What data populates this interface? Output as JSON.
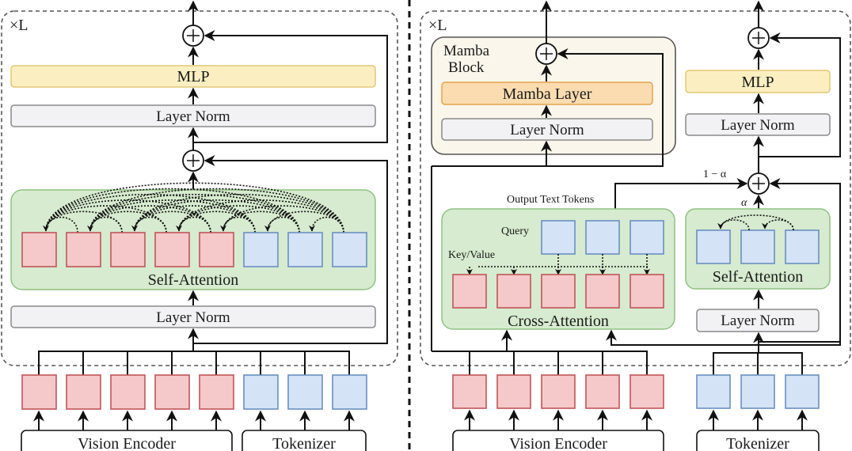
{
  "left_panel": {
    "repeat_label": "×L",
    "mlp_label": "MLP",
    "layer_norm_top_label": "Layer Norm",
    "self_attention_label": "Self-Attention",
    "layer_norm_bottom_label": "Layer Norm",
    "vision_tokens": 5,
    "text_tokens": 3,
    "vision_encoder_label": "Vision Encoder",
    "tokenizer_label": "Tokenizer"
  },
  "right_panel": {
    "repeat_label": "×L",
    "mamba_block_label_line1": "Mamba",
    "mamba_block_label_line2": "Block",
    "mamba_layer_label": "Mamba Layer",
    "mamba_layer_norm_label": "Layer Norm",
    "mlp_label": "MLP",
    "mlp_layer_norm_label": "Layer Norm",
    "one_minus_alpha_label": "1 − α",
    "alpha_label": "α",
    "output_text_tokens_label": "Output Text Tokens",
    "query_label": "Query",
    "key_value_label": "Key/Value",
    "cross_attention_label": "Cross-Attention",
    "self_attention_label": "Self-Attention",
    "self_attn_layer_norm_label": "Layer Norm",
    "vision_encoder_label": "Vision Encoder",
    "tokenizer_label": "Tokenizer",
    "vision_tokens": 5,
    "text_tokens": 3
  },
  "colors": {
    "vision_token_fill": "#f5c9c9",
    "text_token_fill": "#d4e3f5",
    "attention_fill": "#d6ebcf",
    "mlp_fill": "#fbefc2",
    "mamba_layer_fill": "#fbdcb0",
    "layer_norm_fill": "#f2f2f4"
  }
}
